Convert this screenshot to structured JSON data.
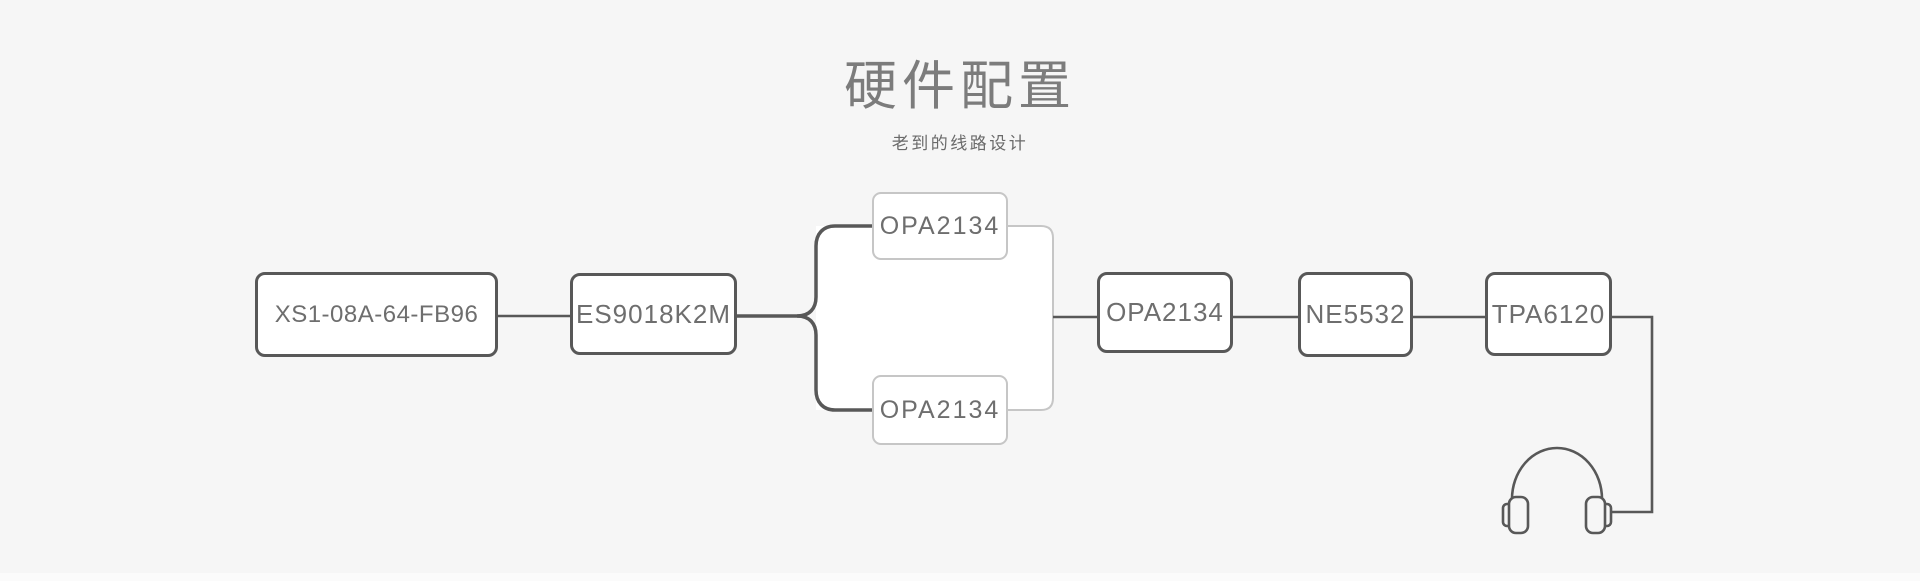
{
  "header": {
    "title": "硬件配置",
    "subtitle": "老到的线路设计"
  },
  "diagram": {
    "nodes": [
      {
        "label": "XS1-08A-64-FB96",
        "emphasis": "strong"
      },
      {
        "label": "ES9018K2M",
        "emphasis": "strong"
      },
      {
        "label": "OPA2134",
        "emphasis": "light"
      },
      {
        "label": "OPA2134",
        "emphasis": "light"
      },
      {
        "label": "OPA2134",
        "emphasis": "strong"
      },
      {
        "label": "NE5532",
        "emphasis": "strong"
      },
      {
        "label": "TPA6120",
        "emphasis": "strong"
      }
    ],
    "output_icon": "headphones-icon",
    "colors": {
      "background": "#f6f6f6",
      "node_fill": "#ffffff",
      "line_dark": "#585858",
      "line_light": "#c6c6c6",
      "node_text": "#6e6e6e",
      "title_text": "#7c7c7c",
      "subtitle_text": "#6a6a6a"
    }
  }
}
